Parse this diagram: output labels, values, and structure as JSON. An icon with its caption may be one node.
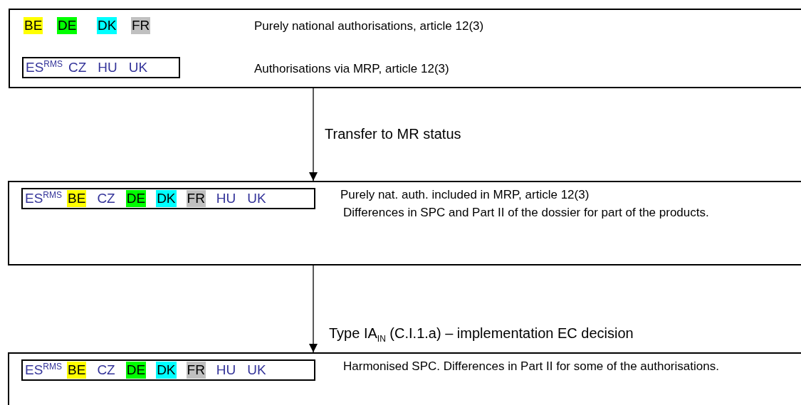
{
  "diagram": {
    "nodes": [
      {
        "text": [
          "BE",
          "DE",
          "DK",
          "FR",
          "Purely national authorisations, article 12(3)",
          "Authorisations via MRP, article 12(3)"
        ]
      },
      {
        "text": [
          "ES$^{RMS}$",
          "CZ",
          "HU",
          "UK"
        ],
        "in": 0
      },
      {
        "text": [
          "Purely nat. auth. included in MRP, article 12(3)",
          "Differences in SPC and Part II of the dossier for part of the products."
        ]
      },
      {
        "text": [
          "ES$^{RMS}$",
          "BE",
          "CZ",
          "DE",
          "DK",
          "FR",
          "HU",
          "UK"
        ],
        "in": 2
      },
      {
        "text": [
          "Harmonised SPC. Differences in Part II for some of the authorisations."
        ]
      },
      {
        "text": [
          "ES$^{RMS}$",
          "BE",
          "CZ",
          "DE",
          "DK",
          "FR",
          "HU",
          "UK"
        ],
        "in": 4
      }
    ],
    "edges": [
      {
        "from": 0,
        "to": 2,
        "arrow": "to",
        "label": "Transfer to MR status"
      },
      {
        "from": 2,
        "to": 4,
        "arrow": "to",
        "label": "Type IA$_{IN}$ (C.I.1.a) – implementation EC decision"
      }
    ]
  }
}
